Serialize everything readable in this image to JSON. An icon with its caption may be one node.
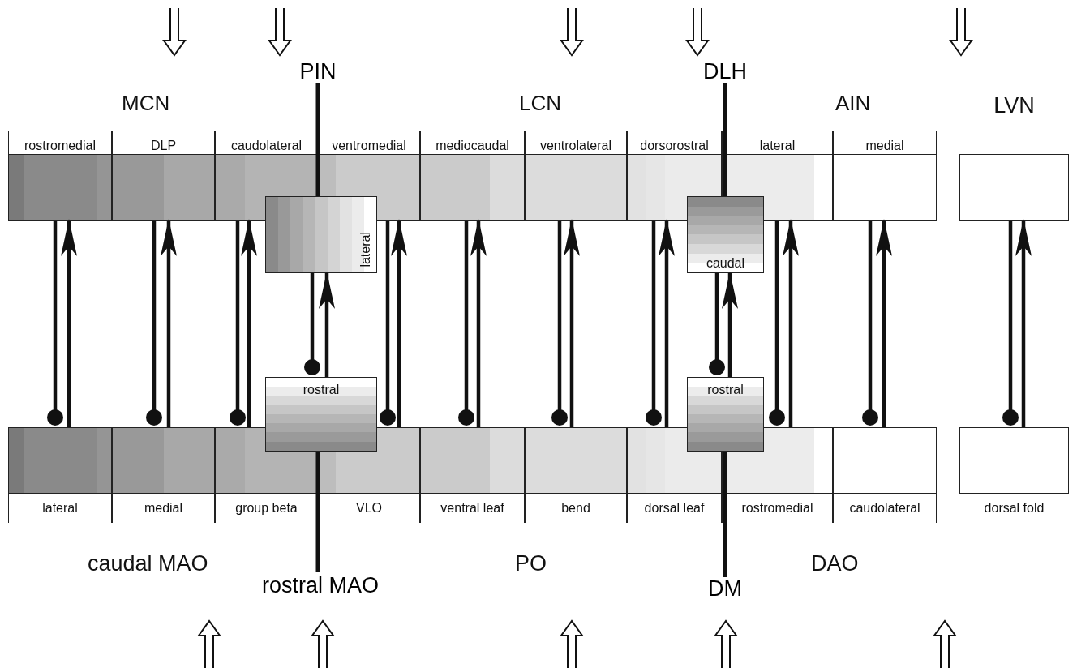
{
  "diagram": {
    "nodes": [
      {
        "text": [
          "PIN"
        ]
      },
      {
        "text": [
          "DLH"
        ]
      },
      {
        "text": [
          "rostromedial"
        ]
      },
      {
        "text": [
          "DLP"
        ]
      },
      {
        "text": [
          "caudolateral"
        ]
      },
      {
        "text": [
          "ventromedial"
        ]
      },
      {
        "text": [
          "mediocaudal"
        ]
      },
      {
        "text": [
          "ventrolateral"
        ]
      },
      {
        "text": [
          "dorsorostral"
        ]
      },
      {
        "text": [
          "lateral"
        ]
      },
      {
        "text": [
          "medial"
        ]
      },
      {
        "text": [
          "LVN"
        ]
      },
      {
        "text": [
          "lateral"
        ]
      },
      {
        "text": [
          "caudal"
        ]
      },
      {
        "text": [
          "rostral"
        ]
      },
      {
        "text": [
          "rostral"
        ]
      },
      {
        "text": [
          "lateral"
        ]
      },
      {
        "text": [
          "medial"
        ]
      },
      {
        "text": [
          "group beta"
        ]
      },
      {
        "text": [
          "VLO"
        ]
      },
      {
        "text": [
          "ventral leaf"
        ]
      },
      {
        "text": [
          "bend"
        ]
      },
      {
        "text": [
          "dorsal leaf"
        ]
      },
      {
        "text": [
          "rostromedial"
        ]
      },
      {
        "text": [
          "caudolateral"
        ]
      },
      {
        "text": [
          "dorsal fold"
        ]
      },
      {
        "text": [
          "rostral MAO"
        ]
      },
      {
        "text": [
          "DM"
        ]
      }
    ],
    "edges": [
      {
        "from": 2,
        "to": 16,
        "arrow": "other"
      },
      {
        "from": 16,
        "to": 2,
        "arrow": "to"
      },
      {
        "from": 3,
        "to": 17,
        "arrow": "other"
      },
      {
        "from": 17,
        "to": 3,
        "arrow": "to"
      },
      {
        "from": 4,
        "to": 18,
        "arrow": "other"
      },
      {
        "from": 18,
        "to": 4,
        "arrow": "to"
      },
      {
        "from": 12,
        "to": 14,
        "arrow": "other"
      },
      {
        "from": 14,
        "to": 12,
        "arrow": "to"
      },
      {
        "from": 5,
        "to": 19,
        "arrow": "other"
      },
      {
        "from": 19,
        "to": 5,
        "arrow": "to"
      },
      {
        "from": 6,
        "to": 20,
        "arrow": "other"
      },
      {
        "from": 20,
        "to": 6,
        "arrow": "to"
      },
      {
        "from": 7,
        "to": 21,
        "arrow": "other"
      },
      {
        "from": 21,
        "to": 7,
        "arrow": "to"
      },
      {
        "from": 8,
        "to": 22,
        "arrow": "other"
      },
      {
        "from": 22,
        "to": 8,
        "arrow": "to"
      },
      {
        "from": 13,
        "to": 15,
        "arrow": "other"
      },
      {
        "from": 15,
        "to": 13,
        "arrow": "to"
      },
      {
        "from": 9,
        "to": 23,
        "arrow": "other"
      },
      {
        "from": 23,
        "to": 9,
        "arrow": "to"
      },
      {
        "from": 10,
        "to": 24,
        "arrow": "other"
      },
      {
        "from": 24,
        "to": 10,
        "arrow": "to"
      },
      {
        "from": 11,
        "to": 25,
        "arrow": "other"
      },
      {
        "from": 25,
        "to": 11,
        "arrow": "to"
      },
      {
        "from": 0,
        "to": 12,
        "arrow": "none"
      },
      {
        "from": 1,
        "to": 13,
        "arrow": "none"
      },
      {
        "from": 26,
        "to": 14,
        "arrow": "none"
      },
      {
        "from": 27,
        "to": 15,
        "arrow": "none"
      }
    ],
    "labels": [
      "MCN",
      "LCN",
      "AIN",
      "caudal MAO",
      "PO",
      "DAO"
    ]
  }
}
